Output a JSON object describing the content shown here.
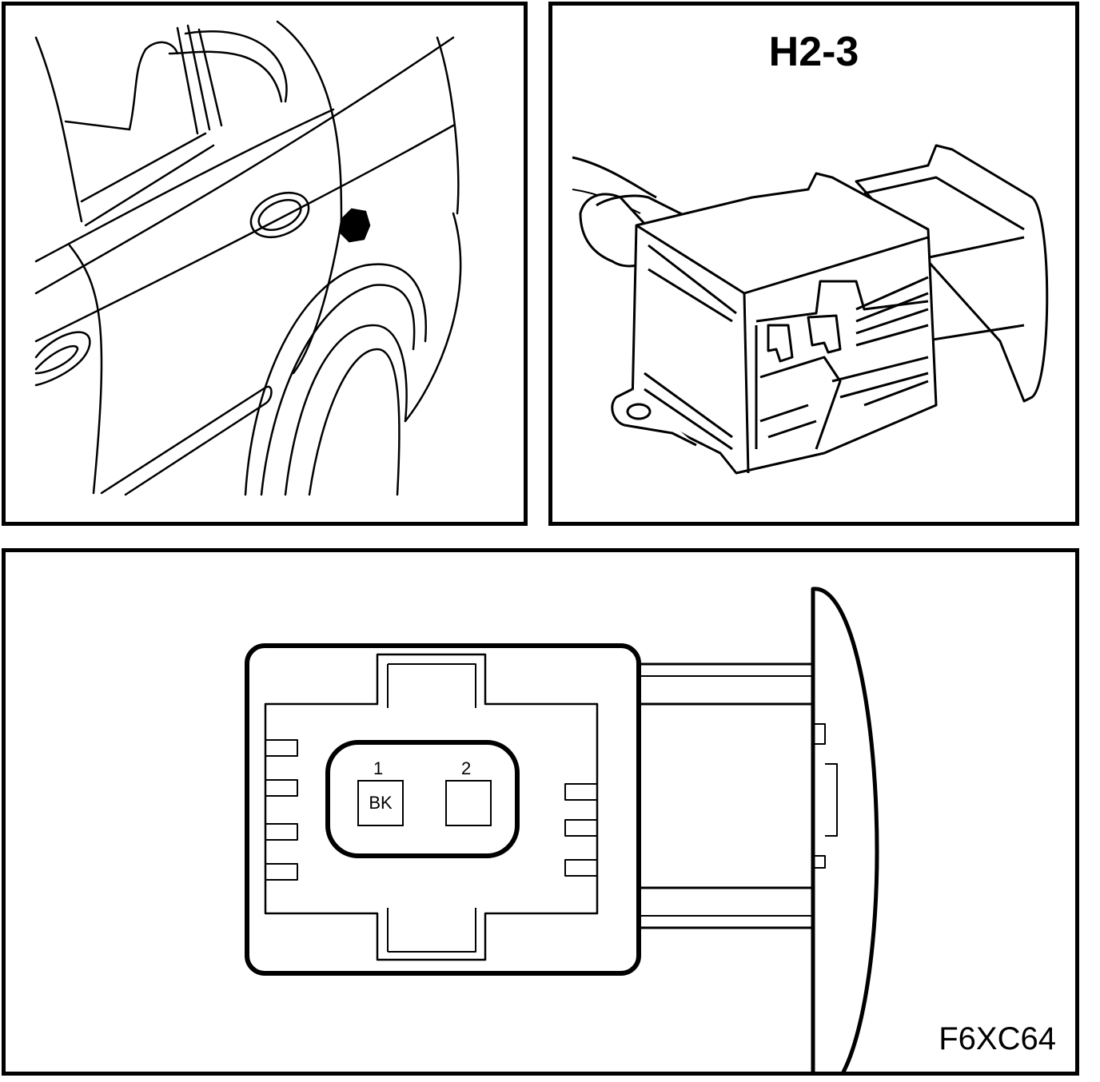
{
  "connector": {
    "title": "H2-3"
  },
  "face": {
    "pins": [
      {
        "number": "1",
        "wire": "BK"
      },
      {
        "number": "2",
        "wire": ""
      }
    ]
  },
  "figure_code": "F6XC64",
  "location_marker": "connector-location-dot-icon"
}
